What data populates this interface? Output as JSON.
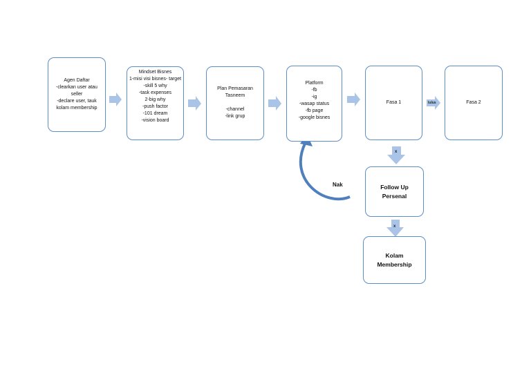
{
  "boxes": {
    "agen": {
      "title": "Agen Daftar",
      "lines": [
        "-clearkan user atau",
        "seller",
        "-declare user, tauk",
        "kolam membership"
      ]
    },
    "mindset": {
      "title": "Mindset Bisnes",
      "lines": [
        "1-misi visi bisnes- target",
        "-skill 5 why",
        "-task expenses",
        "2-big why",
        "-push factor",
        "-101 dream",
        "-vision board"
      ]
    },
    "plan": {
      "title_line1": "Plan Pemasaran",
      "title_line2": "Tasneem",
      "lines": [
        "-channel",
        "-link grup"
      ]
    },
    "platform": {
      "title": "Platform",
      "lines": [
        "-fb",
        "-ig",
        "-wasap status",
        "-fb page",
        "-google bisnes"
      ]
    },
    "fasa1": {
      "title": "Fasa 1"
    },
    "fasa2": {
      "title": "Fasa 2"
    },
    "follow": {
      "line1": "Follow Up",
      "line2": "Persenal"
    },
    "kolam": {
      "line1": "Kolam",
      "line2": "Membership"
    }
  },
  "labels": {
    "arrow_fasa": "lulus",
    "arrow_x1": "x",
    "arrow_x2": "x",
    "curve": "Nak"
  },
  "colors": {
    "box_border": "#5b8ec7",
    "arrow_fill": "#a9c4e6",
    "curve": "#4f7fbd"
  }
}
